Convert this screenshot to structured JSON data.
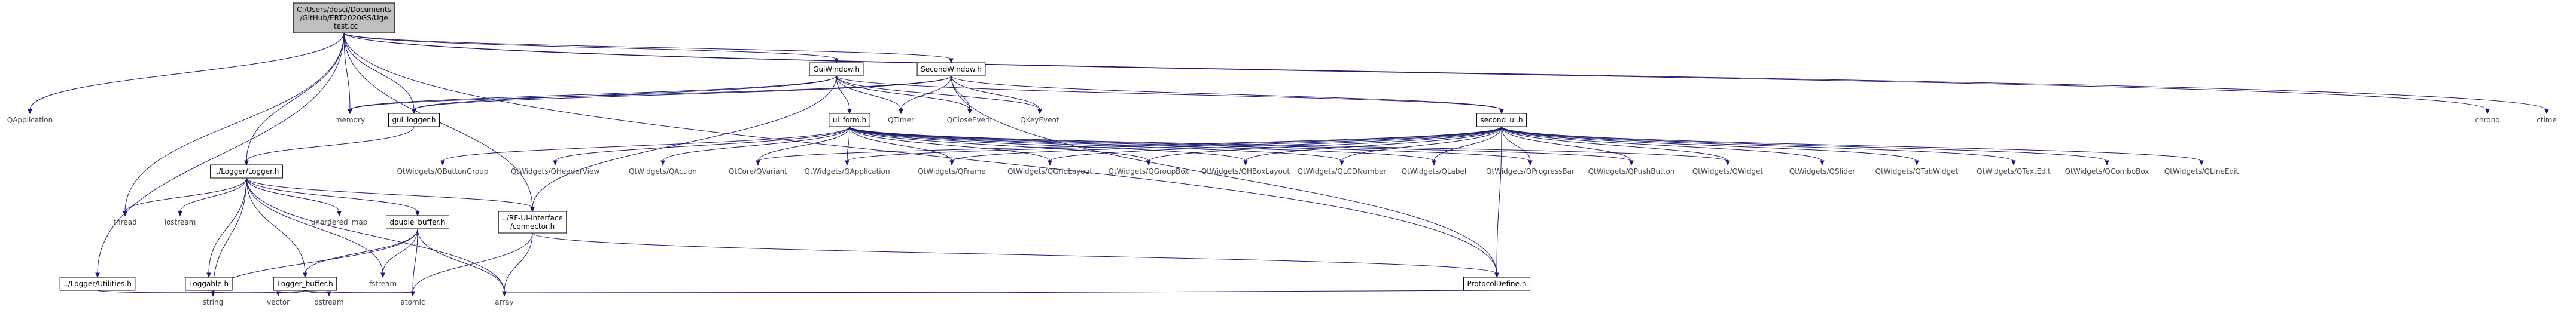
{
  "graph": {
    "edge_color": "#191970",
    "root": "main_test",
    "nodes": [
      {
        "id": "main_test",
        "lines": [
          "C:/Users/dosci/Documents",
          "/GitHub/ERT2020GS/Uge",
          "_test.cc"
        ],
        "boxed": true,
        "root": true
      },
      {
        "id": "QApplication",
        "lines": [
          "QApplication"
        ],
        "boxed": false
      },
      {
        "id": "GuiWindow",
        "lines": [
          "GuiWindow.h"
        ],
        "boxed": true
      },
      {
        "id": "SecondWindow",
        "lines": [
          "SecondWindow.h"
        ],
        "boxed": true
      },
      {
        "id": "chrono",
        "lines": [
          "chrono"
        ],
        "boxed": false
      },
      {
        "id": "ctime",
        "lines": [
          "ctime"
        ],
        "boxed": false
      },
      {
        "id": "memory",
        "lines": [
          "memory"
        ],
        "boxed": false
      },
      {
        "id": "gui_logger",
        "lines": [
          "gui_logger.h"
        ],
        "boxed": true
      },
      {
        "id": "ui_form",
        "lines": [
          "ui_form.h"
        ],
        "boxed": true
      },
      {
        "id": "QTimer",
        "lines": [
          "QTimer"
        ],
        "boxed": false
      },
      {
        "id": "QCloseEvent",
        "lines": [
          "QCloseEvent"
        ],
        "boxed": false
      },
      {
        "id": "QKeyEvent",
        "lines": [
          "QKeyEvent"
        ],
        "boxed": false
      },
      {
        "id": "second_ui",
        "lines": [
          "second_ui.h"
        ],
        "boxed": true
      },
      {
        "id": "Logger",
        "lines": [
          "../Logger/Logger.h"
        ],
        "boxed": true
      },
      {
        "id": "QButtonGroup",
        "lines": [
          "QtWidgets/QButtonGroup"
        ],
        "boxed": false
      },
      {
        "id": "QHeaderView",
        "lines": [
          "QtWidgets/QHeaderView"
        ],
        "boxed": false
      },
      {
        "id": "QAction",
        "lines": [
          "QtWidgets/QAction"
        ],
        "boxed": false
      },
      {
        "id": "QVariant",
        "lines": [
          "QtCore/QVariant"
        ],
        "boxed": false
      },
      {
        "id": "QApplicationW",
        "lines": [
          "QtWidgets/QApplication"
        ],
        "boxed": false
      },
      {
        "id": "QFrame",
        "lines": [
          "QtWidgets/QFrame"
        ],
        "boxed": false
      },
      {
        "id": "QGridLayout",
        "lines": [
          "QtWidgets/QGridLayout"
        ],
        "boxed": false
      },
      {
        "id": "QGroupBox",
        "lines": [
          "QtWidgets/QGroupBox"
        ],
        "boxed": false
      },
      {
        "id": "QHBoxLayout",
        "lines": [
          "QtWidgets/QHBoxLayout"
        ],
        "boxed": false
      },
      {
        "id": "QLCDNumber",
        "lines": [
          "QtWidgets/QLCDNumber"
        ],
        "boxed": false
      },
      {
        "id": "QLabel",
        "lines": [
          "QtWidgets/QLabel"
        ],
        "boxed": false
      },
      {
        "id": "QProgressBar",
        "lines": [
          "QtWidgets/QProgressBar"
        ],
        "boxed": false
      },
      {
        "id": "QPushButton",
        "lines": [
          "QtWidgets/QPushButton"
        ],
        "boxed": false
      },
      {
        "id": "QWidget",
        "lines": [
          "QtWidgets/QWidget"
        ],
        "boxed": false
      },
      {
        "id": "QSlider",
        "lines": [
          "QtWidgets/QSlider"
        ],
        "boxed": false
      },
      {
        "id": "QTabWidget",
        "lines": [
          "QtWidgets/QTabWidget"
        ],
        "boxed": false
      },
      {
        "id": "QTextEdit",
        "lines": [
          "QtWidgets/QTextEdit"
        ],
        "boxed": false
      },
      {
        "id": "QComboBox",
        "lines": [
          "QtWidgets/QComboBox"
        ],
        "boxed": false
      },
      {
        "id": "QLineEdit",
        "lines": [
          "QtWidgets/QLineEdit"
        ],
        "boxed": false
      },
      {
        "id": "thread",
        "lines": [
          "thread"
        ],
        "boxed": false
      },
      {
        "id": "iostream",
        "lines": [
          "iostream"
        ],
        "boxed": false
      },
      {
        "id": "unordered_map",
        "lines": [
          "unordered_map"
        ],
        "boxed": false
      },
      {
        "id": "double_buffer",
        "lines": [
          "double_buffer.h"
        ],
        "boxed": true
      },
      {
        "id": "connector",
        "lines": [
          "../RF-UI-Interface",
          "/connector.h"
        ],
        "boxed": true
      },
      {
        "id": "LoggerUtilities",
        "lines": [
          "../Logger/Utilities.h"
        ],
        "boxed": true
      },
      {
        "id": "Loggable",
        "lines": [
          "Loggable.h"
        ],
        "boxed": true
      },
      {
        "id": "Logger_buffer",
        "lines": [
          "Logger_buffer.h"
        ],
        "boxed": true
      },
      {
        "id": "fstream",
        "lines": [
          "fstream"
        ],
        "boxed": false
      },
      {
        "id": "ProtocolDefine",
        "lines": [
          "ProtocolDefine.h"
        ],
        "boxed": true
      },
      {
        "id": "string",
        "lines": [
          "string"
        ],
        "boxed": false
      },
      {
        "id": "vector",
        "lines": [
          "vector"
        ],
        "boxed": false
      },
      {
        "id": "ostream",
        "lines": [
          "ostream"
        ],
        "boxed": false
      },
      {
        "id": "atomic",
        "lines": [
          "atomic"
        ],
        "boxed": false
      },
      {
        "id": "array",
        "lines": [
          "array"
        ],
        "boxed": false
      }
    ],
    "edges": [
      [
        "main_test",
        "QApplication"
      ],
      [
        "main_test",
        "GuiWindow"
      ],
      [
        "main_test",
        "SecondWindow"
      ],
      [
        "main_test",
        "chrono"
      ],
      [
        "main_test",
        "ctime"
      ],
      [
        "main_test",
        "memory"
      ],
      [
        "main_test",
        "gui_logger"
      ],
      [
        "main_test",
        "Logger"
      ],
      [
        "main_test",
        "thread"
      ],
      [
        "main_test",
        "LoggerUtilities"
      ],
      [
        "main_test",
        "connector"
      ],
      [
        "main_test",
        "ProtocolDefine"
      ],
      [
        "GuiWindow",
        "memory"
      ],
      [
        "GuiWindow",
        "gui_logger"
      ],
      [
        "GuiWindow",
        "ui_form"
      ],
      [
        "GuiWindow",
        "QTimer"
      ],
      [
        "GuiWindow",
        "QCloseEvent"
      ],
      [
        "GuiWindow",
        "QKeyEvent"
      ],
      [
        "GuiWindow",
        "connector"
      ],
      [
        "GuiWindow",
        "second_ui"
      ],
      [
        "SecondWindow",
        "memory"
      ],
      [
        "SecondWindow",
        "gui_logger"
      ],
      [
        "SecondWindow",
        "QTimer"
      ],
      [
        "SecondWindow",
        "QCloseEvent"
      ],
      [
        "SecondWindow",
        "QKeyEvent"
      ],
      [
        "SecondWindow",
        "second_ui"
      ],
      [
        "SecondWindow",
        "ProtocolDefine"
      ],
      [
        "gui_logger",
        "Logger"
      ],
      [
        "ui_form",
        "QButtonGroup"
      ],
      [
        "ui_form",
        "QHeaderView"
      ],
      [
        "ui_form",
        "QAction"
      ],
      [
        "ui_form",
        "QVariant"
      ],
      [
        "ui_form",
        "QApplicationW"
      ],
      [
        "ui_form",
        "QFrame"
      ],
      [
        "ui_form",
        "QGridLayout"
      ],
      [
        "ui_form",
        "QGroupBox"
      ],
      [
        "ui_form",
        "QHBoxLayout"
      ],
      [
        "ui_form",
        "QLCDNumber"
      ],
      [
        "ui_form",
        "QLabel"
      ],
      [
        "ui_form",
        "QProgressBar"
      ],
      [
        "ui_form",
        "QPushButton"
      ],
      [
        "ui_form",
        "QWidget"
      ],
      [
        "second_ui",
        "QVariant"
      ],
      [
        "second_ui",
        "QApplicationW"
      ],
      [
        "second_ui",
        "QFrame"
      ],
      [
        "second_ui",
        "QGridLayout"
      ],
      [
        "second_ui",
        "QGroupBox"
      ],
      [
        "second_ui",
        "QHBoxLayout"
      ],
      [
        "second_ui",
        "QLCDNumber"
      ],
      [
        "second_ui",
        "QLabel"
      ],
      [
        "second_ui",
        "QProgressBar"
      ],
      [
        "second_ui",
        "QPushButton"
      ],
      [
        "second_ui",
        "QWidget"
      ],
      [
        "second_ui",
        "QSlider"
      ],
      [
        "second_ui",
        "QTabWidget"
      ],
      [
        "second_ui",
        "QTextEdit"
      ],
      [
        "second_ui",
        "QComboBox"
      ],
      [
        "second_ui",
        "QLineEdit"
      ],
      [
        "second_ui",
        "ProtocolDefine"
      ],
      [
        "Logger",
        "thread"
      ],
      [
        "Logger",
        "iostream"
      ],
      [
        "Logger",
        "unordered_map"
      ],
      [
        "Logger",
        "double_buffer"
      ],
      [
        "Logger",
        "connector"
      ],
      [
        "Logger",
        "Loggable"
      ],
      [
        "Logger",
        "Logger_buffer"
      ],
      [
        "Logger",
        "fstream"
      ],
      [
        "Logger",
        "array"
      ],
      [
        "Logger",
        "string"
      ],
      [
        "double_buffer",
        "Logger_buffer"
      ],
      [
        "double_buffer",
        "fstream"
      ],
      [
        "double_buffer",
        "atomic"
      ],
      [
        "double_buffer",
        "array"
      ],
      [
        "double_buffer",
        "string"
      ],
      [
        "connector",
        "ProtocolDefine"
      ],
      [
        "connector",
        "atomic"
      ],
      [
        "connector",
        "array"
      ],
      [
        "LoggerUtilities",
        "string"
      ],
      [
        "Loggable",
        "string"
      ],
      [
        "Logger_buffer",
        "string"
      ],
      [
        "Logger_buffer",
        "vector"
      ],
      [
        "Logger_buffer",
        "ostream"
      ],
      [
        "Logger_buffer",
        "atomic"
      ],
      [
        "ProtocolDefine",
        "array"
      ]
    ]
  }
}
